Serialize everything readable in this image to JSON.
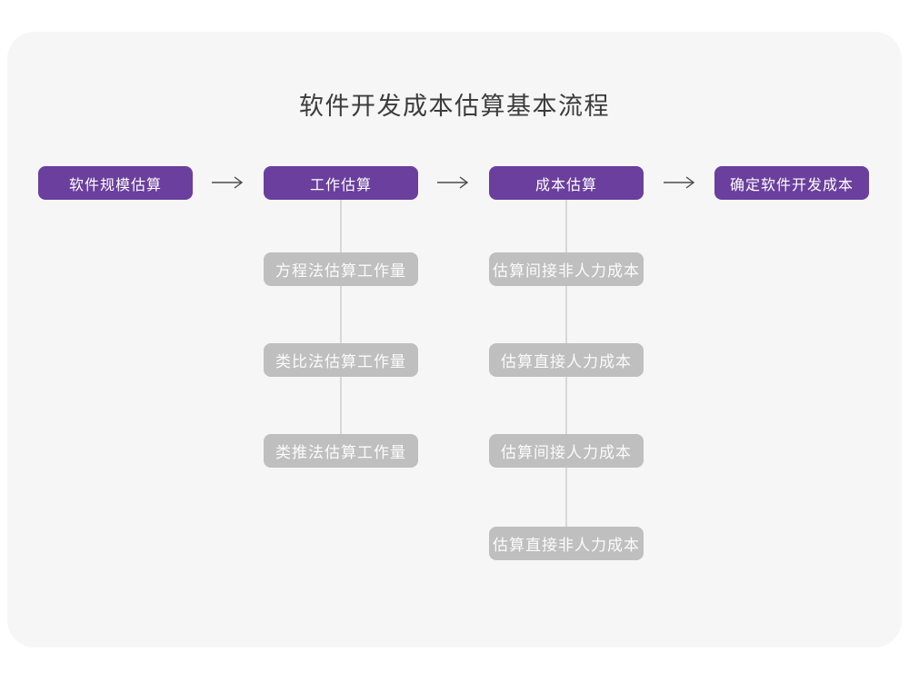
{
  "title": "软件开发成本估算基本流程",
  "colors": {
    "stage_box": "#6a3f9d",
    "substep_box": "#bfbfbf",
    "card_background": "#f6f6f7",
    "connector_line": "#d8d8d8",
    "arrow": "#4b4b4b",
    "title_text": "#3c3c3c",
    "box_text": "#ffffff"
  },
  "icons": {
    "arrow_right": "long-right-arrow"
  },
  "flow": {
    "stages": [
      {
        "label": "软件规模估算",
        "children": []
      },
      {
        "label": "工作估算",
        "children": [
          "方程法估算工作量",
          "类比法估算工作量",
          "类推法估算工作量"
        ]
      },
      {
        "label": "成本估算",
        "children": [
          "估算间接非人力成本",
          "估算直接人力成本",
          "估算间接人力成本",
          "估算直接非人力成本"
        ]
      },
      {
        "label": "确定软件开发成本",
        "children": []
      }
    ]
  }
}
